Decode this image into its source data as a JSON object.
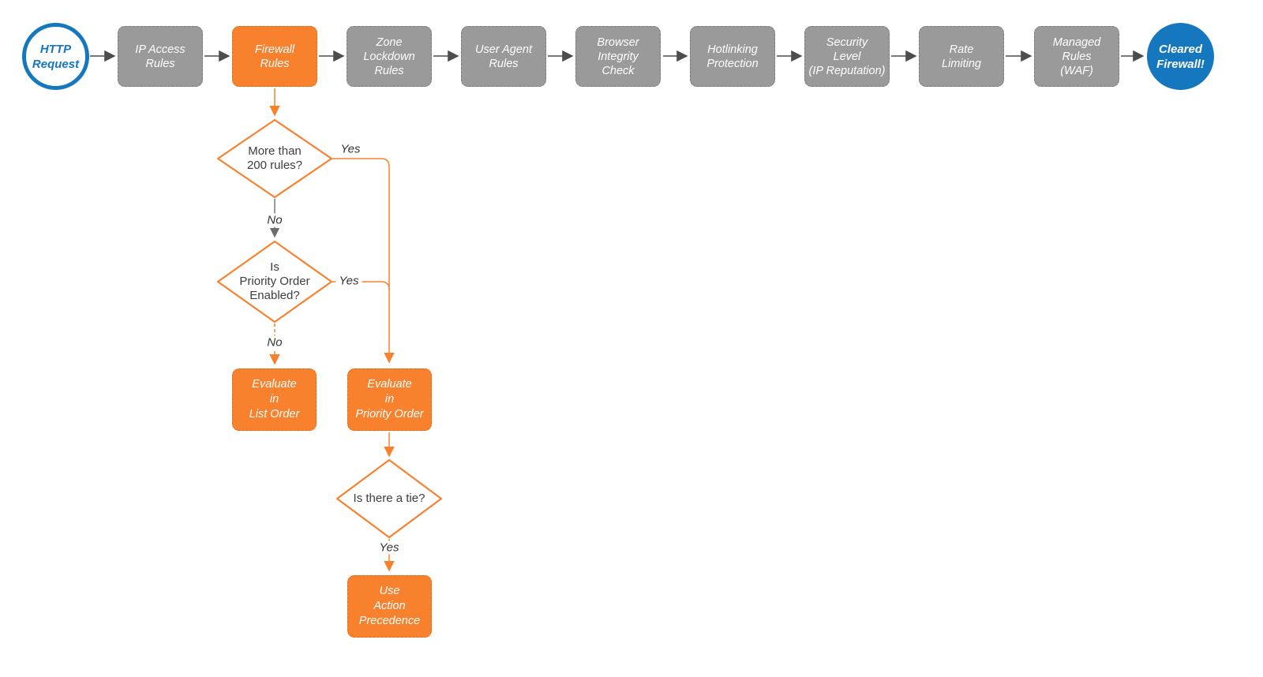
{
  "colors": {
    "accent_orange": "#F8812E",
    "node_gray": "#9A9A9A",
    "brand_blue": "#1577BE",
    "connector_dark": "#4d4d4d",
    "text_dark": "#3d3d3d"
  },
  "pipeline": {
    "start": {
      "label": "HTTP Request",
      "lines": [
        "HTTP",
        "Request"
      ]
    },
    "stages": [
      {
        "label": "IP Access Rules",
        "lines": [
          "IP Access",
          "Rules"
        ]
      },
      {
        "label": "Firewall Rules",
        "lines": [
          "Firewall",
          "Rules"
        ],
        "highlighted": true
      },
      {
        "label": "Zone Lockdown Rules",
        "lines": [
          "Zone",
          "Lockdown",
          "Rules"
        ]
      },
      {
        "label": "User Agent Rules",
        "lines": [
          "User Agent",
          "Rules"
        ]
      },
      {
        "label": "Browser Integrity Check",
        "lines": [
          "Browser",
          "Integrity",
          "Check"
        ]
      },
      {
        "label": "Hotlinking Protection",
        "lines": [
          "Hotlinking",
          "Protection"
        ]
      },
      {
        "label": "Security Level (IP Reputation)",
        "lines": [
          "Security",
          "Level",
          "(IP Reputation)"
        ]
      },
      {
        "label": "Rate Limiting",
        "lines": [
          "Rate",
          "Limiting"
        ]
      },
      {
        "label": "Managed Rules (WAF)",
        "lines": [
          "Managed",
          "Rules",
          "(WAF)"
        ]
      }
    ],
    "end": {
      "label": "Cleared Firewall!",
      "lines": [
        "Cleared",
        "Firewall!"
      ]
    }
  },
  "decision_tree": {
    "diamond_more_than_200": {
      "label": "More than 200 rules?",
      "lines": [
        "More than",
        "200 rules?"
      ]
    },
    "diamond_priority_enabled": {
      "label": "Is Priority Order Enabled?",
      "lines": [
        "Is",
        "Priority Order",
        "Enabled?"
      ]
    },
    "diamond_tie": {
      "label": "Is there a tie?",
      "lines": [
        "Is there a tie?"
      ]
    },
    "box_list_order": {
      "label": "Evaluate in List Order",
      "lines": [
        "Evaluate",
        "in",
        "List Order"
      ]
    },
    "box_priority_order": {
      "label": "Evaluate in Priority Order",
      "lines": [
        "Evaluate",
        "in",
        "Priority Order"
      ]
    },
    "box_action_precedence": {
      "label": "Use Action Precedence",
      "lines": [
        "Use",
        "Action",
        "Precedence"
      ]
    },
    "edge_labels": {
      "more_than_200_yes": "Yes",
      "more_than_200_no": "No",
      "priority_enabled_yes": "Yes",
      "priority_enabled_no": "No",
      "tie_yes": "Yes"
    }
  }
}
